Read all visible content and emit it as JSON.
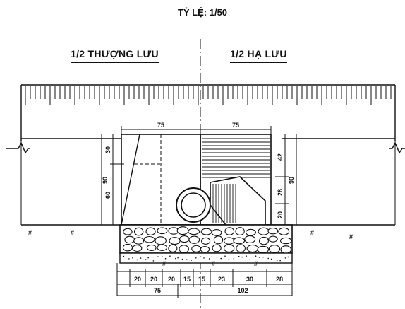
{
  "scale": "TỶ LỆ: 1/50",
  "labels": {
    "upstream": "1/2 THƯỢNG LƯU",
    "downstream": "1/2 HẠ LƯU"
  },
  "top_dims": [
    "75",
    "75"
  ],
  "left_vertical_dims": [
    "30",
    "90",
    "60"
  ],
  "right_vertical_dims": [
    "42",
    "28",
    "20",
    "90"
  ],
  "bottom_segments": [
    "20",
    "20",
    "20",
    "15",
    "15",
    "23",
    "30",
    "28"
  ],
  "bottom_totals": [
    "75",
    "102"
  ],
  "hatch_mark": "#"
}
